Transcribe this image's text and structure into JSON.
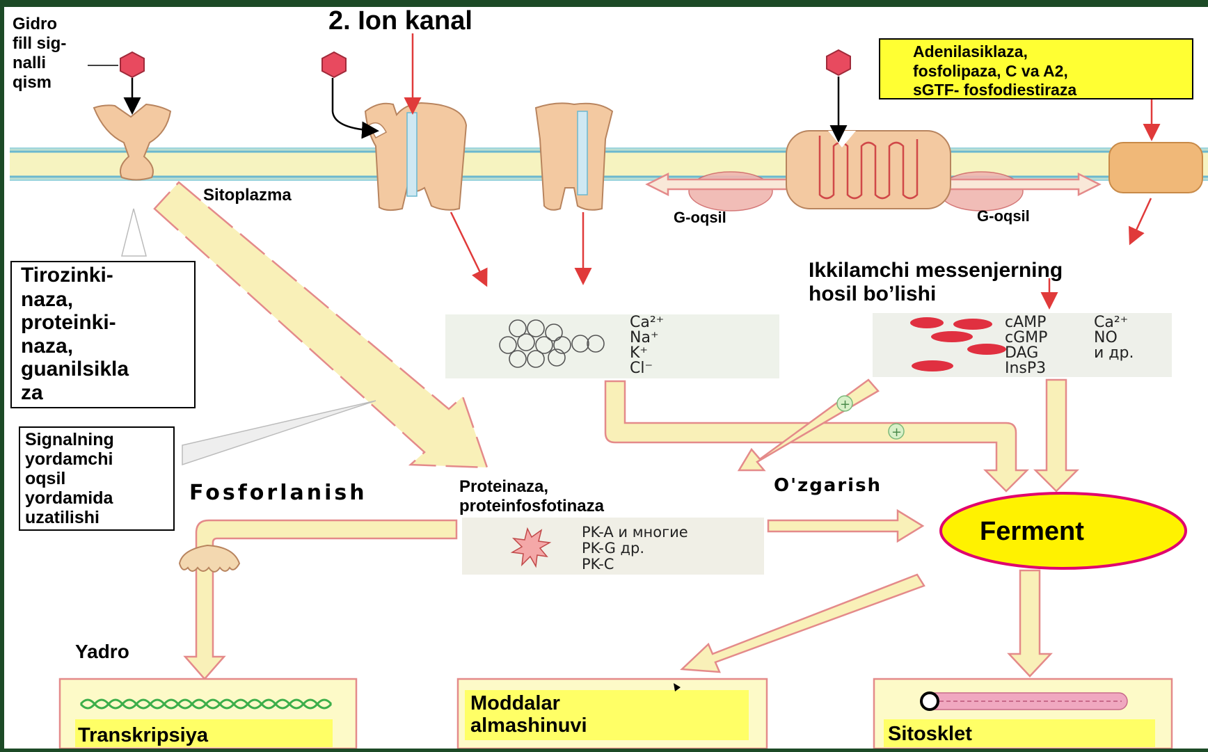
{
  "title": "2. Ion kanal",
  "receptor_label": [
    "Gidro",
    "fill sig-",
    "nalli",
    "qism"
  ],
  "cytoplasm_label": "Sitoplazma",
  "g_protein_left": "G-oqsil",
  "g_protein_right": "G-oqsil",
  "enzymes_box": [
    "Adenilasiklaza,",
    "fosfolipaza, C va A2,",
    "sGTF- fosfodiestiraza"
  ],
  "kinase_box": [
    "Tirozinki-",
    "naza,",
    "proteinki-",
    "naza,",
    "guanilsikla",
    "za"
  ],
  "signal_box": [
    "Signalning",
    "yordamchi",
    "oqsil",
    "yordamida",
    "uzatilishi"
  ],
  "second_messenger_label": [
    "Ikkilamchi messenjerning",
    "hosil bo’lishi"
  ],
  "ions": [
    "Ca²⁺",
    "Na⁺",
    "K⁺",
    "Cl⁻"
  ],
  "messengers_left": [
    "cAMP",
    "cGMP",
    "DAG",
    "InsP3"
  ],
  "messengers_right": [
    "Ca²⁺",
    "NO",
    "и др."
  ],
  "phosphorylation_label": "Fosforlanish",
  "proteinase_label": [
    "Proteinaza,",
    "proteinfosfotinaza"
  ],
  "kinases": [
    "PK-A  и многие",
    "PK-G  др.",
    "PK-C"
  ],
  "change_label": "O'zgarish",
  "ferment_label": "Ferment",
  "nucleus_label": "Yadro",
  "outputs": {
    "transcription": "Transkripsiya",
    "metabolism": [
      "Moddalar",
      "almashinuvi"
    ],
    "cytoskeleton": "Sitosklet"
  },
  "colors": {
    "background": "#1c4a26",
    "panel": "#ffffff",
    "membrane": "#f4f0b0",
    "membrane_line": "#7fc4d8",
    "receptor": "#f3c9a1",
    "ligand": "#e84a5f",
    "arrow_red": "#e03a3a",
    "wide_arrow": "#f9f0b8",
    "wide_arrow_border": "#e48a8a",
    "ferment_fill": "#fff200",
    "ferment_border": "#e0006e",
    "label_yellow": "#ffff33"
  }
}
